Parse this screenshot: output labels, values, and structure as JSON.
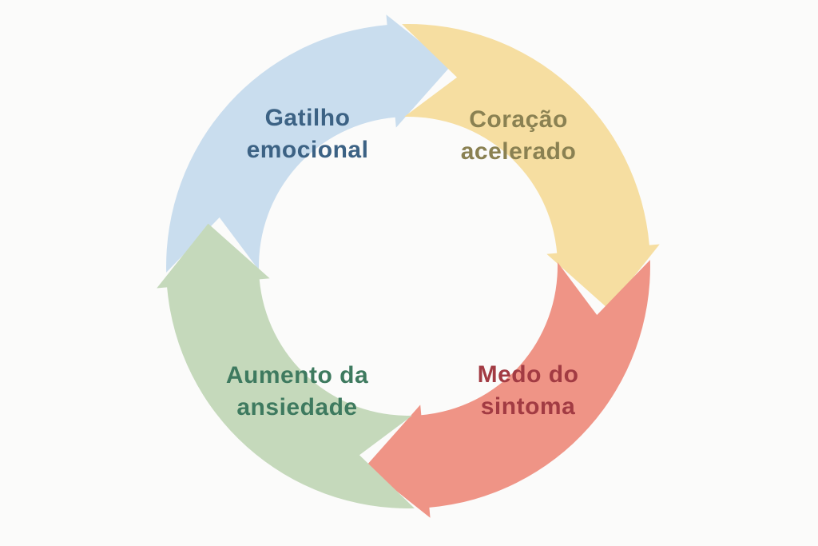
{
  "diagram": {
    "kind": "cycle-diagram",
    "direction": "clockwise",
    "background_color": "#FBFBFA",
    "gap_color": "#FBFBFA",
    "segments": [
      {
        "label": "Gatilho emocional",
        "line1": "Gatilho",
        "line2": "emocional",
        "arc_color": "#C9DDEE",
        "text_color": "#3C6284",
        "position": "top-left"
      },
      {
        "label": "Coração acelerado",
        "line1": "Coração",
        "line2": "acelerado",
        "arc_color": "#F6DEA1",
        "text_color": "#8A8152",
        "position": "top-right"
      },
      {
        "label": "Medo do sintoma",
        "line1": "Medo do",
        "line2": "sintoma",
        "arc_color": "#EF9486",
        "text_color": "#A23B43",
        "position": "bottom-right"
      },
      {
        "label": "Aumento da ansiedade",
        "line1": "Aumento da",
        "line2": "ansiedade",
        "arc_color": "#C5D9BB",
        "text_color": "#3E7A5F",
        "position": "bottom-left"
      }
    ]
  }
}
